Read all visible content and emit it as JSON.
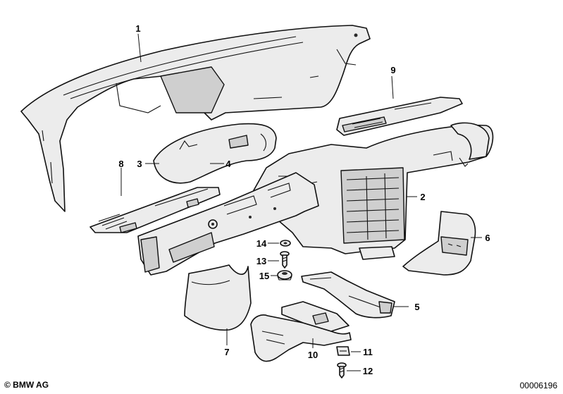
{
  "callouts": [
    {
      "id": "1",
      "label": "1"
    },
    {
      "id": "2",
      "label": "2"
    },
    {
      "id": "3",
      "label": "3"
    },
    {
      "id": "4",
      "label": "4"
    },
    {
      "id": "5",
      "label": "5"
    },
    {
      "id": "6",
      "label": "6"
    },
    {
      "id": "7",
      "label": "7"
    },
    {
      "id": "8",
      "label": "8"
    },
    {
      "id": "9",
      "label": "9"
    },
    {
      "id": "10",
      "label": "10"
    },
    {
      "id": "11",
      "label": "11"
    },
    {
      "id": "12",
      "label": "12"
    },
    {
      "id": "13",
      "label": "13"
    },
    {
      "id": "14",
      "label": "14"
    },
    {
      "id": "15",
      "label": "15"
    }
  ],
  "footer": {
    "copyright": "© BMW AG",
    "catalog_number": "00006196"
  }
}
